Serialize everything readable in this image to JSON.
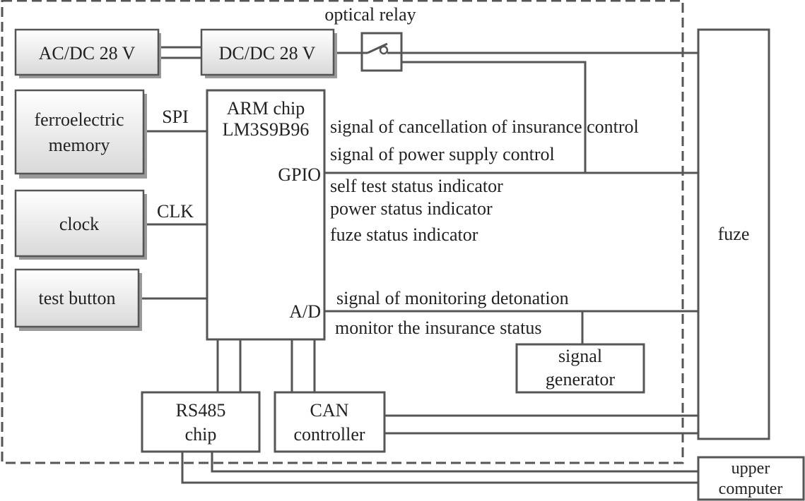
{
  "colors": {
    "line": "#555555",
    "text": "#222222",
    "shaded_box_top": "#ffffff",
    "shaded_box_bottom": "#d9d9d9",
    "shadow": "#9a9a9a"
  },
  "blocks": {
    "acdc": "AC/DC 28 V",
    "dcdc": "DC/DC 28 V",
    "optical_relay": "optical relay",
    "ferro_line1": "ferroelectric",
    "ferro_line2": "memory",
    "clock": "clock",
    "test_button": "test button",
    "arm_line1": "ARM chip",
    "arm_line2": "LM3S9B96",
    "gpio": "GPIO",
    "ad": "A/D",
    "rs485_line1": "RS485",
    "rs485_line2": "chip",
    "can_line1": "CAN",
    "can_line2": "controller",
    "siggen_line1": "signal",
    "siggen_line2": "generator",
    "fuze": "fuze",
    "upper_line1": "upper",
    "upper_line2": "computer"
  },
  "buses": {
    "spi": "SPI",
    "clk": "CLK"
  },
  "signals": {
    "cancel_insurance": "signal of cancellation of insurance control",
    "power_supply": "signal of power supply control",
    "self_test": "self test status indicator",
    "power_status": "power status indicator",
    "fuze_status": "fuze status indicator",
    "monitoring_detonation": "signal of monitoring detonation",
    "insurance_status": "monitor the insurance status"
  }
}
